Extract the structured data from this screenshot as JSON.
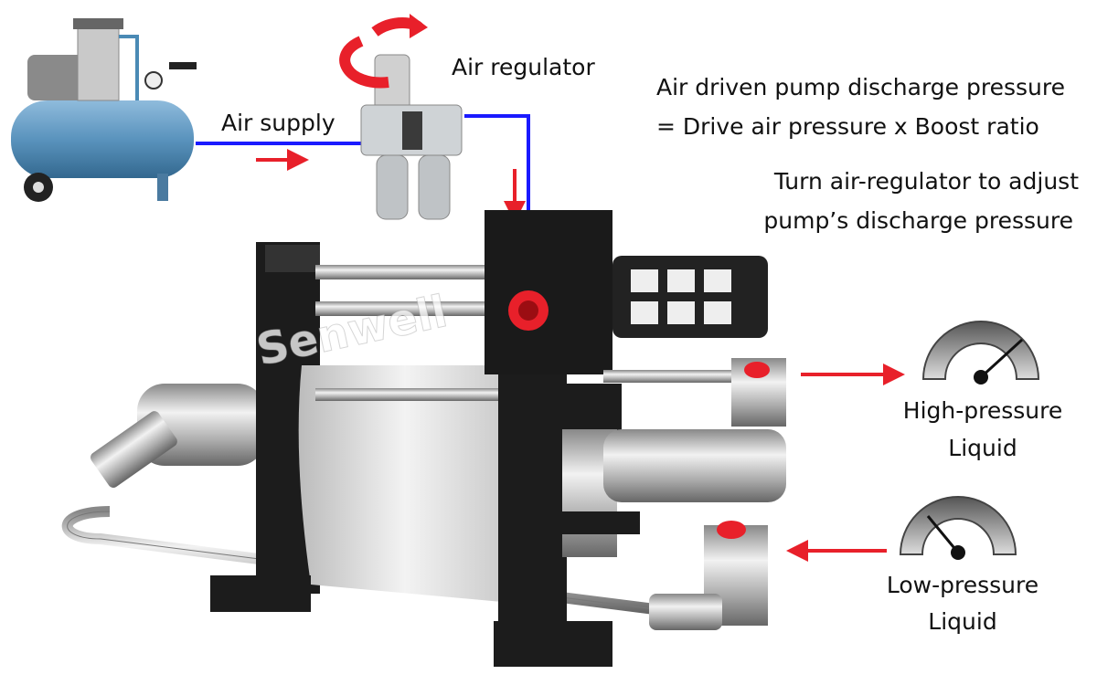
{
  "labels": {
    "air_supply": "Air supply",
    "air_regulator": "Air regulator",
    "formula_line1": "Air driven pump discharge pressure",
    "formula_line2": "= Drive air pressure x Boost ratio",
    "adjust_line1": "Turn air-regulator to adjust",
    "adjust_line2": "pump’s discharge pressure",
    "high_pressure_line1": "High-pressure",
    "high_pressure_line2": "Liquid",
    "low_pressure_line1": "Low-pressure",
    "low_pressure_line2": "Liquid"
  },
  "watermark": "Senwell",
  "colors": {
    "air_line": "#1a1aff",
    "flow_arrow": "#e8202a",
    "compressor_tank": "#5a93bd",
    "pump_frame": "#1c1c1c",
    "cylinder": "#dcdcdc"
  },
  "gauges": {
    "high_pressure": {
      "needle_level": 0.8
    },
    "low_pressure": {
      "needle_level": 0.25
    }
  }
}
